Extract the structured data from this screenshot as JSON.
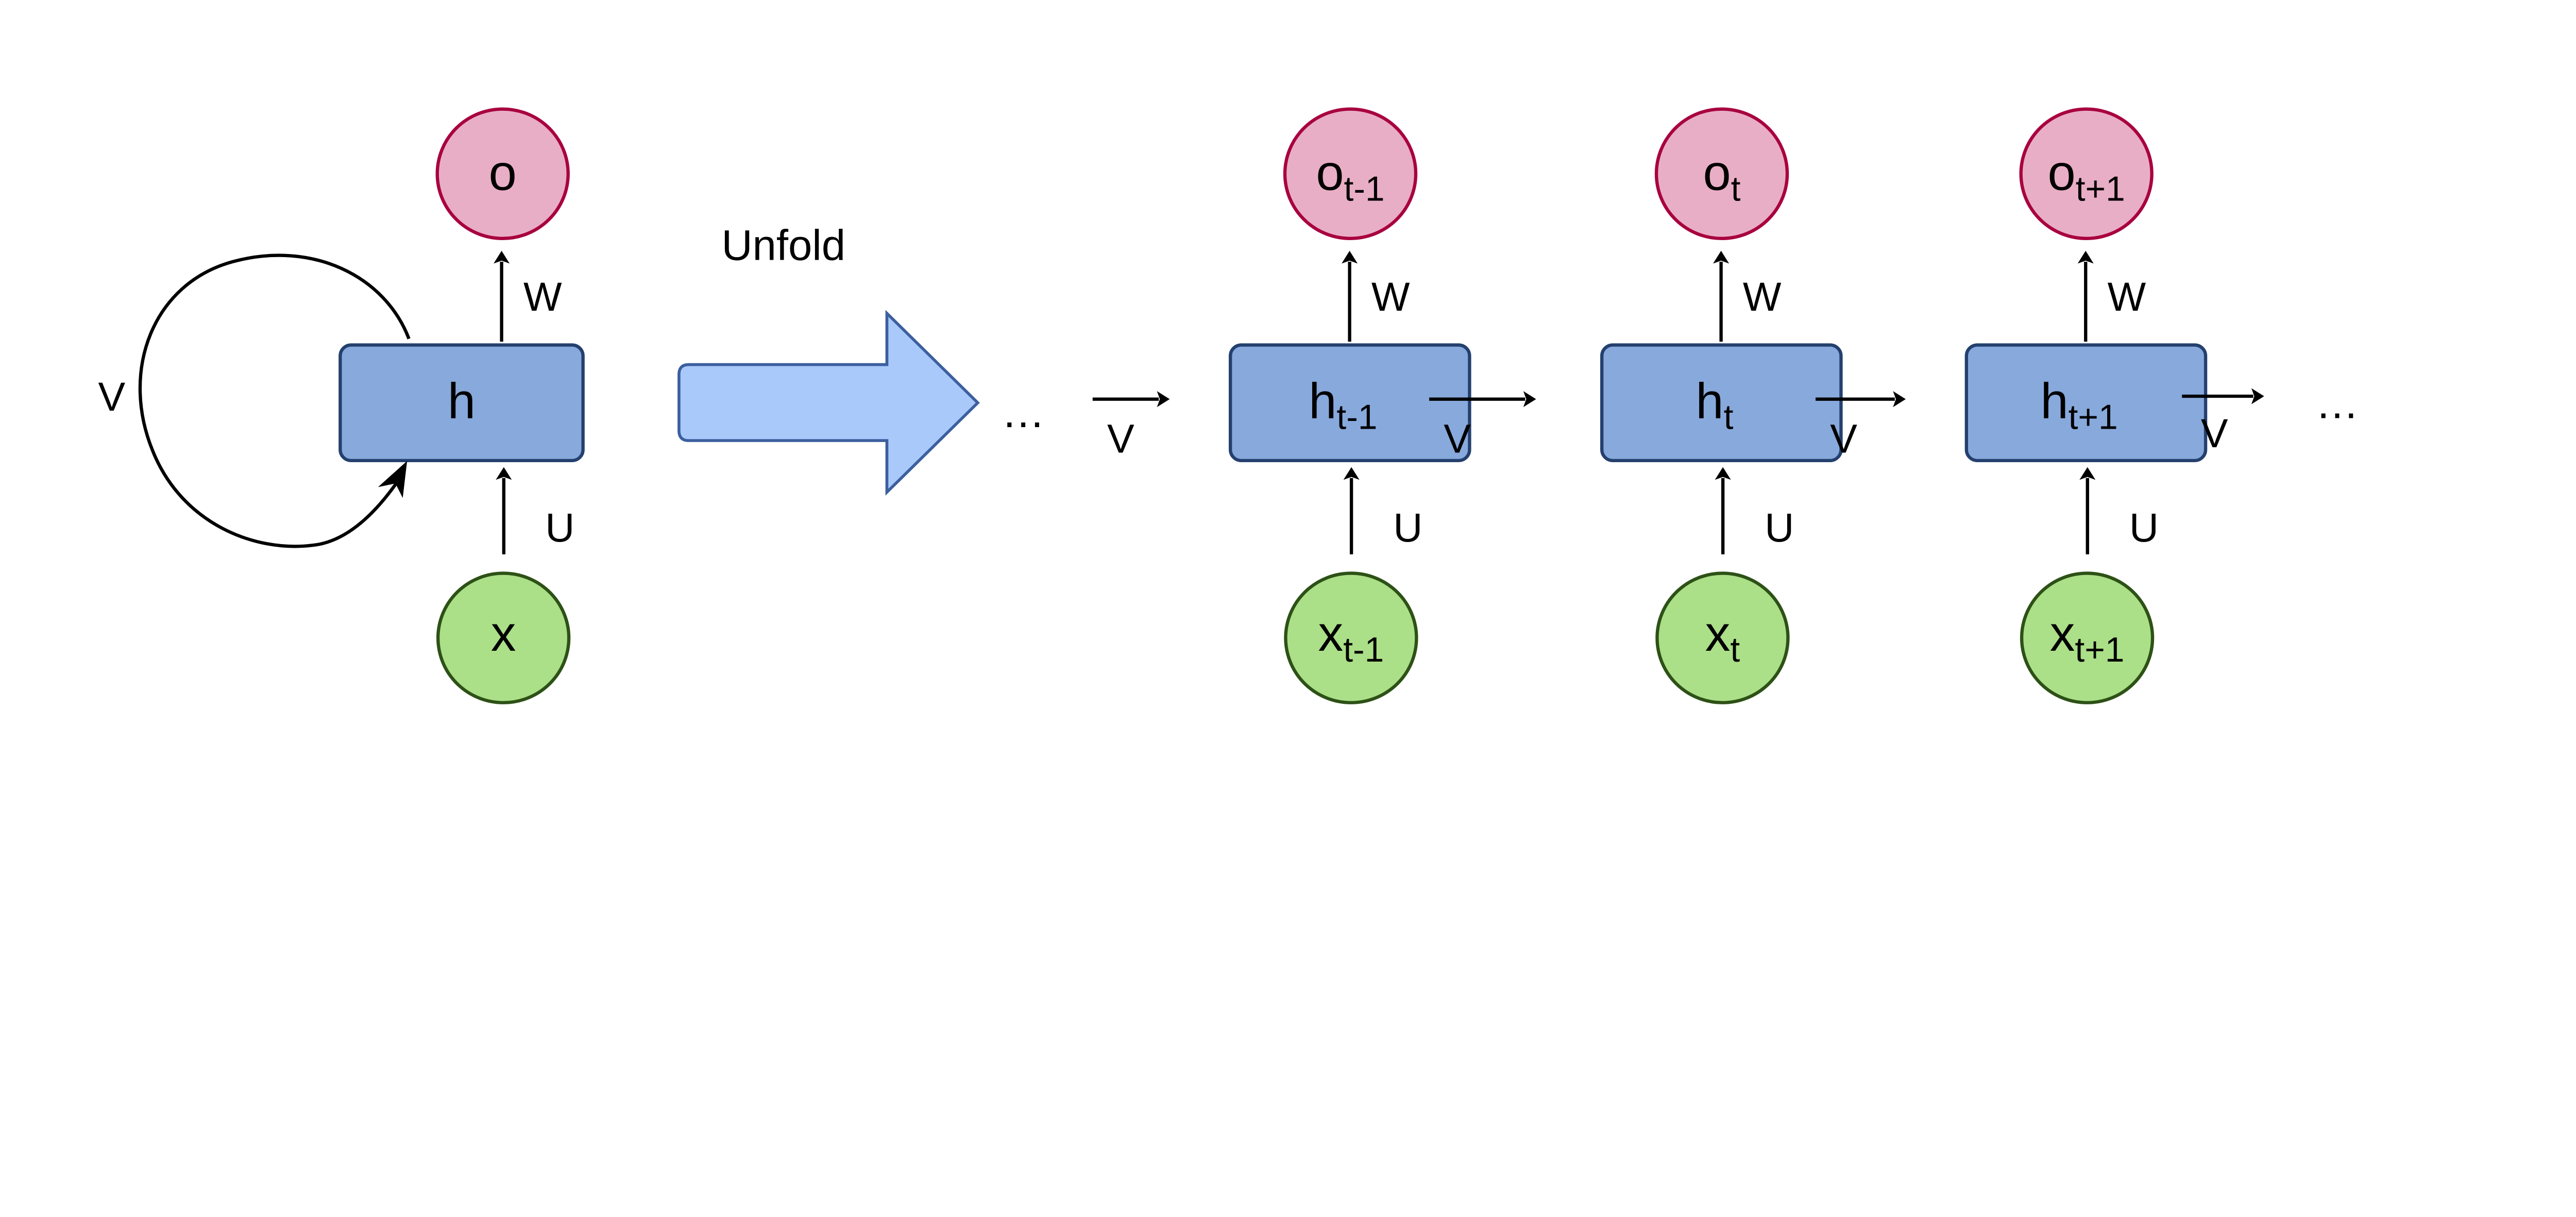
{
  "colors": {
    "output_fill": "#e8aec5",
    "output_stroke": "#a8003f",
    "hidden_fill": "#87a9dc",
    "hidden_stroke": "#24406e",
    "input_fill": "#abdf88",
    "input_stroke": "#2d5116",
    "unfold_arrow_fill": "#aac9fb",
    "unfold_arrow_stroke": "#3c5f9e"
  },
  "folded": {
    "output": "o",
    "hidden": "h",
    "input": "x",
    "weight_out": "W",
    "weight_in": "U",
    "weight_recurrent": "V"
  },
  "unfold_label": "Unfold",
  "ellipsis": "…",
  "steps": [
    {
      "output": "o",
      "hidden": "h",
      "input": "x",
      "subscript": "t-1",
      "weight_out": "W",
      "weight_in": "U",
      "weight_recurrent": "V"
    },
    {
      "output": "o",
      "hidden": "h",
      "input": "x",
      "subscript": "t",
      "weight_out": "W",
      "weight_in": "U",
      "weight_recurrent": "V"
    },
    {
      "output": "o",
      "hidden": "h",
      "input": "x",
      "subscript": "t+1",
      "weight_out": "W",
      "weight_in": "U",
      "weight_recurrent": "V"
    }
  ],
  "final_weight_recurrent": "V"
}
